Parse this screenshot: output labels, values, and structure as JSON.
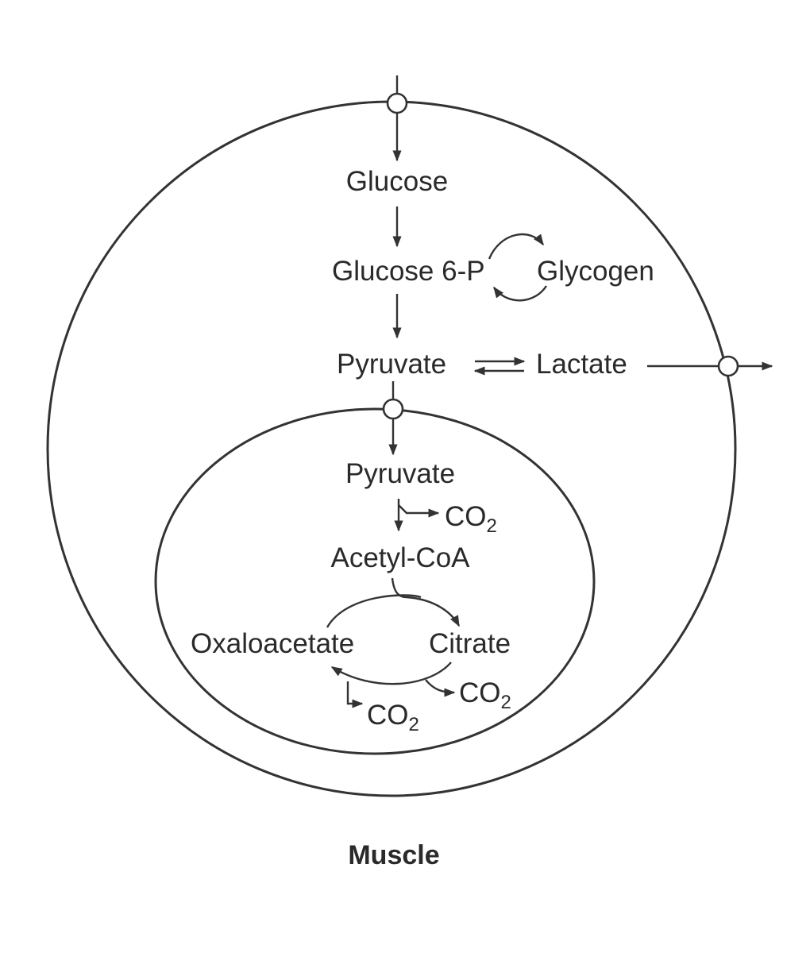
{
  "diagram": {
    "caption": "Muscle",
    "cytosol": {
      "glucose": "Glucose",
      "glucose6p": "Glucose 6-P",
      "glycogen": "Glycogen",
      "pyruvate": "Pyruvate",
      "lactate": "Lactate"
    },
    "mitochondrion": {
      "pyruvate": "Pyruvate",
      "acetylcoa": "Acetyl-CoA",
      "oxaloacetate": "Oxaloacetate",
      "citrate": "Citrate",
      "co2_pdh": {
        "base": "CO",
        "sub": "2"
      },
      "co2_right": {
        "base": "CO",
        "sub": "2"
      },
      "co2_bottom": {
        "base": "CO",
        "sub": "2"
      }
    }
  }
}
